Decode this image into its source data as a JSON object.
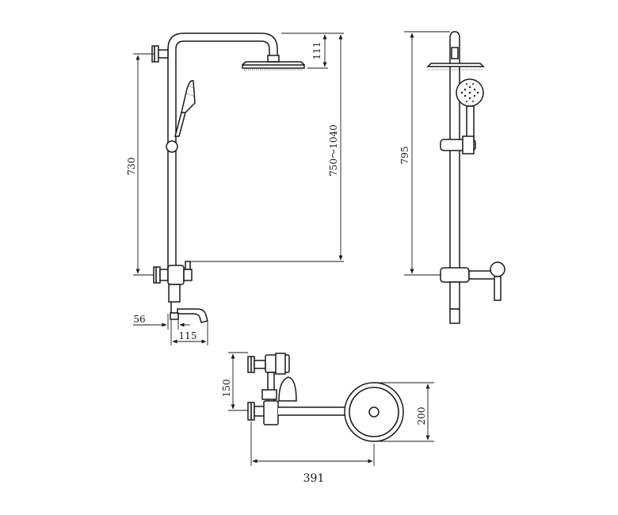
{
  "dimensions": {
    "head_drop": "111",
    "height_range": "750～1040",
    "rail_height": "730",
    "side_height": "795",
    "wall_offset": "56",
    "spout_reach": "115",
    "arm_spacing": "150",
    "head_diameter": "200",
    "arm_length": "391"
  }
}
